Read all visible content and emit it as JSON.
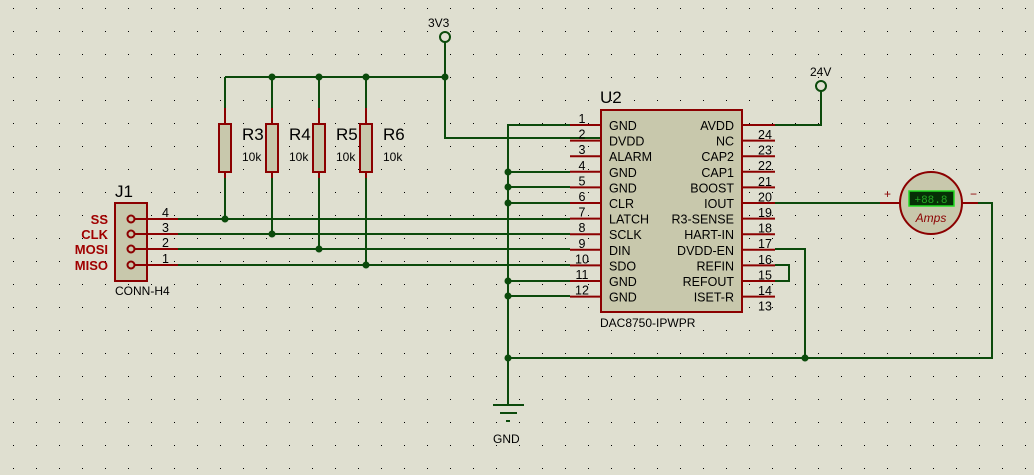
{
  "power": {
    "v33": "3V3",
    "v24": "24V",
    "gnd": "GND"
  },
  "resistors": [
    {
      "ref": "R3",
      "value": "10k"
    },
    {
      "ref": "R4",
      "value": "10k"
    },
    {
      "ref": "R5",
      "value": "10k"
    },
    {
      "ref": "R6",
      "value": "10k"
    }
  ],
  "connector": {
    "ref": "J1",
    "part": "CONN-H4",
    "signals": [
      "SS",
      "CLK",
      "MOSI",
      "MISO"
    ],
    "pins": [
      "4",
      "3",
      "2",
      "1"
    ]
  },
  "ic": {
    "ref": "U2",
    "part": "DAC8750-IPWPR",
    "left_pins": [
      {
        "num": "1",
        "name": "GND"
      },
      {
        "num": "2",
        "name": "DVDD"
      },
      {
        "num": "3",
        "name": "ALARM"
      },
      {
        "num": "4",
        "name": "GND"
      },
      {
        "num": "5",
        "name": "GND"
      },
      {
        "num": "6",
        "name": "CLR"
      },
      {
        "num": "7",
        "name": "LATCH"
      },
      {
        "num": "8",
        "name": "SCLK"
      },
      {
        "num": "9",
        "name": "DIN"
      },
      {
        "num": "10",
        "name": "SDO"
      },
      {
        "num": "11",
        "name": "GND"
      },
      {
        "num": "12",
        "name": "GND"
      }
    ],
    "right_pins": [
      {
        "num": "24",
        "name": "AVDD"
      },
      {
        "num": "23",
        "name": "NC"
      },
      {
        "num": "22",
        "name": "CAP2"
      },
      {
        "num": "21",
        "name": "CAP1"
      },
      {
        "num": "20",
        "name": "BOOST"
      },
      {
        "num": "19",
        "name": "IOUT"
      },
      {
        "num": "18",
        "name": "R3-SENSE"
      },
      {
        "num": "17",
        "name": "HART-IN"
      },
      {
        "num": "16",
        "name": "DVDD-EN"
      },
      {
        "num": "15",
        "name": "REFIN"
      },
      {
        "num": "14",
        "name": "REFOUT"
      },
      {
        "num": "13",
        "name": "ISET-R"
      }
    ]
  },
  "ammeter": {
    "display": "+88.8",
    "unit": "Amps",
    "plus": "+",
    "minus": "−"
  }
}
